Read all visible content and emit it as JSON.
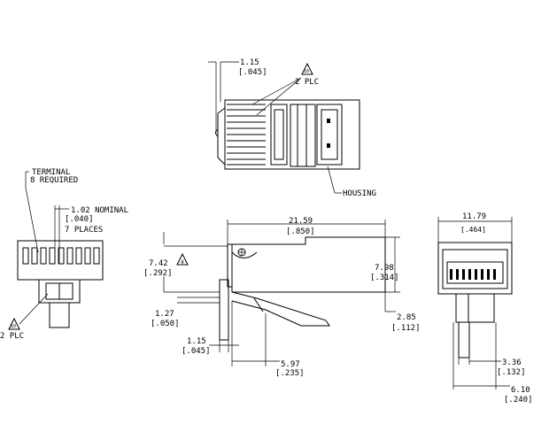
{
  "top_view": {
    "dim_value": "1.15",
    "dim_inch": "[.045]",
    "note_flag": "10",
    "note_qty": "2 PLC",
    "callout": "HOUSING"
  },
  "left_view": {
    "terminal_label": "TERMINAL",
    "terminal_qty": "8 REQUIRED",
    "pitch_value": "1.02 NOMINAL",
    "pitch_inch": "[.040]",
    "pitch_places": "7 PLACES",
    "note_flag": "10",
    "note_qty": "2 PLC"
  },
  "side_view": {
    "length_value": "21.59",
    "length_inch": "[.850]",
    "height_value": "7.98",
    "height_inch": "[.314]",
    "latch_value": "7.42",
    "latch_inch": "[.292]",
    "latch_flag": "4",
    "offset_value": "1.27",
    "offset_inch": "[.050]",
    "step_value": "1.15",
    "step_inch": "[.045]",
    "latch_len_value": "5.97",
    "latch_len_inch": "[.235]",
    "tab_value": "2.85",
    "tab_inch": "[.112]"
  },
  "end_view": {
    "width_value": "11.79",
    "width_inch": "[.464]",
    "latch_w_value": "3.36",
    "latch_w_inch": "[.132]",
    "outer_w_value": "6.10",
    "outer_w_inch": "[.240]"
  }
}
